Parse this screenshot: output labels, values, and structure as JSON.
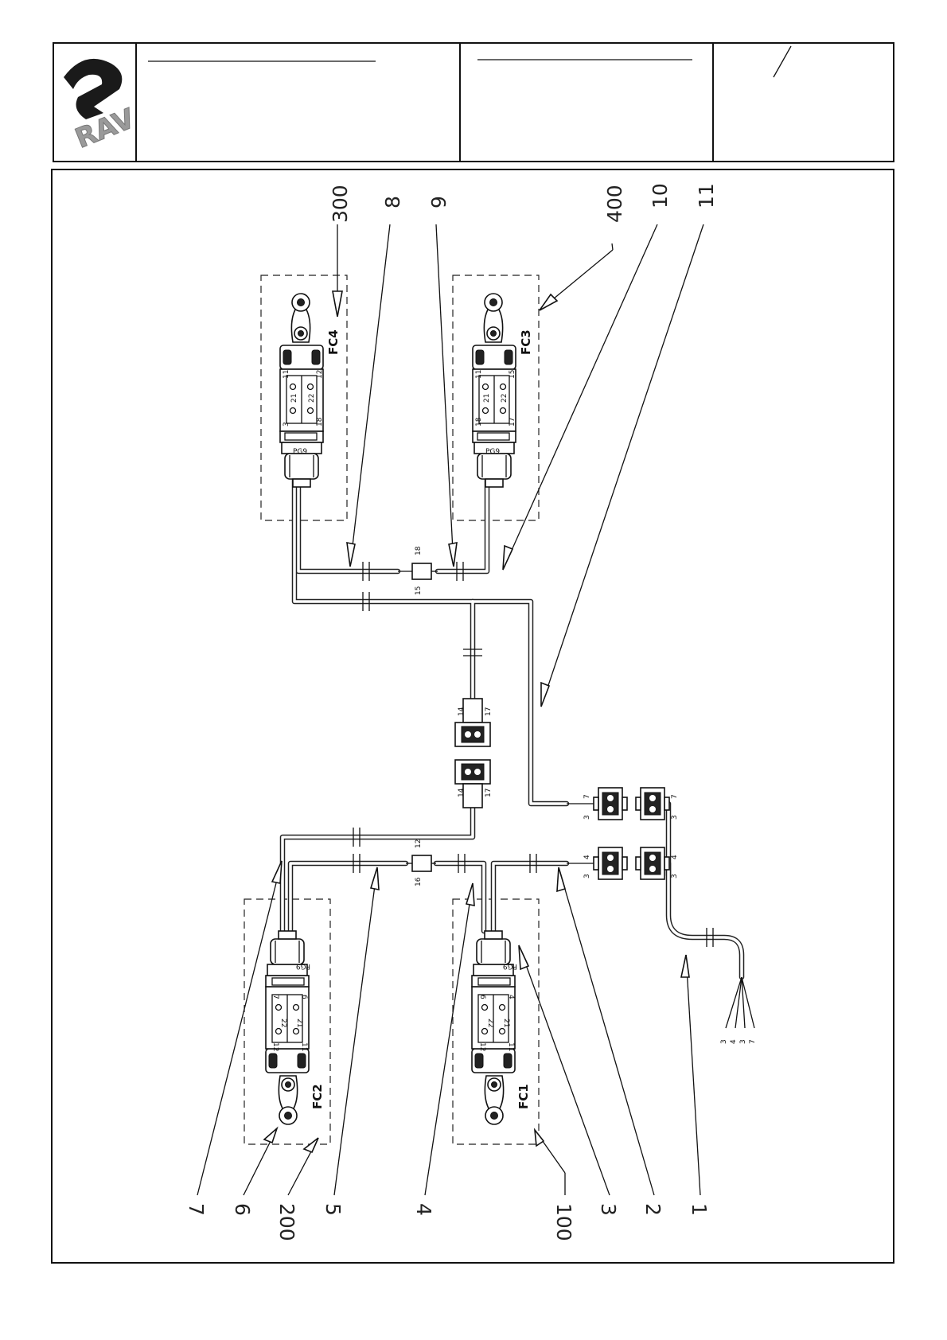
{
  "logo": {
    "text": "RAV",
    "colors": {
      "mark": "#1a1a1a",
      "letters": "#9a9a9a"
    }
  },
  "switches": [
    {
      "id": "fc4",
      "label": "FC4"
    },
    {
      "id": "fc3",
      "label": "FC3"
    },
    {
      "id": "fc2",
      "label": "FC2"
    },
    {
      "id": "fc1",
      "label": "FC1"
    }
  ],
  "callouts_top": [
    "300",
    "8",
    "9",
    "400",
    "10",
    "11"
  ],
  "callouts_bottom": [
    "7",
    "6",
    "200",
    "5",
    "4",
    "100",
    "3",
    "2",
    "1"
  ],
  "pin_labels": {
    "splice_top": [
      "18",
      "15"
    ],
    "splice_bottom": [
      "12",
      "16"
    ],
    "connector_mid_upper": [
      "14",
      "17"
    ],
    "connector_mid_lower": [
      "14",
      "17"
    ],
    "plug_upper": [
      "7",
      "3"
    ],
    "plug_lower": [
      "4",
      "3"
    ],
    "socket_upper": [
      "7",
      "3"
    ],
    "socket_lower": [
      "4",
      "3"
    ],
    "cable_ends": [
      "3",
      "4",
      "3",
      "7"
    ]
  },
  "contacts": {
    "fc4": [
      "11",
      "12",
      "21",
      "22",
      "3",
      "18"
    ],
    "fc3": [
      "11",
      "15",
      "21",
      "22",
      "18",
      "17"
    ],
    "fc2": [
      "7",
      "6",
      "22",
      "12",
      "21",
      "11"
    ],
    "fc1": [
      "6",
      "4",
      "22",
      "21",
      "12",
      "11"
    ]
  },
  "gland_text": "PG9"
}
